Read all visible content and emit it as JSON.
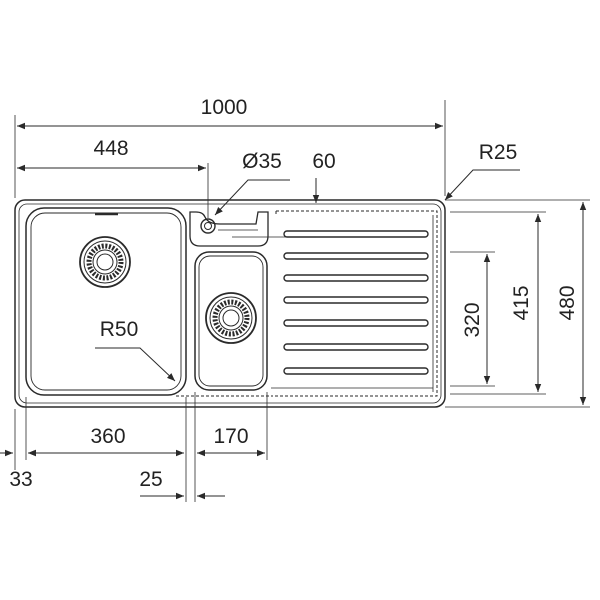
{
  "drawing": {
    "line_color": "#2a2a2a",
    "dims": {
      "overall_width": "1000",
      "left_to_tap": "448",
      "tap_hole": "Ø35",
      "drainer_offset": "60",
      "corner_radius": "R25",
      "bowl_radius": "R50",
      "main_bowl_width": "360",
      "second_bowl_width": "170",
      "left_edge_offset": "33",
      "bowl_gap": "25",
      "second_bowl_depth": "320",
      "bowl_depth": "415",
      "overall_depth": "480"
    }
  }
}
